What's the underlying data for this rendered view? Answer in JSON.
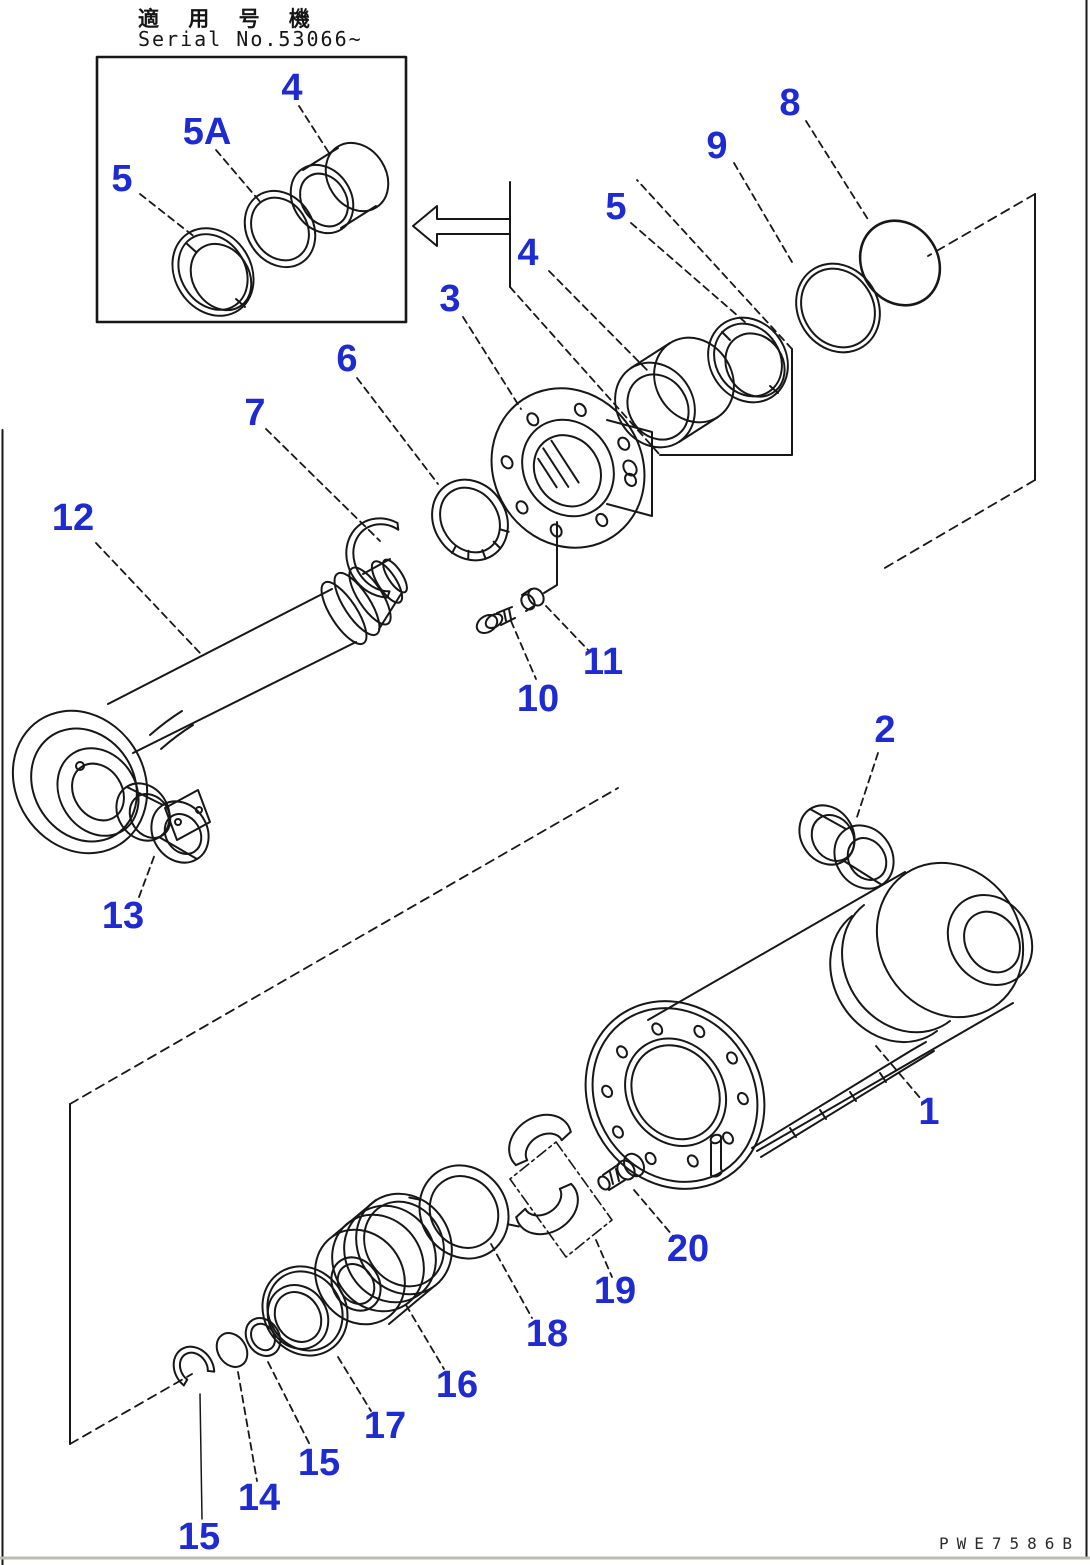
{
  "page": {
    "background": "#ffffff",
    "line_color": "#171717",
    "callout_color": "#1e2ad2",
    "edge_gray": "#b9b9b0"
  },
  "header": {
    "title_jp": "適 用 号 機",
    "serial": "Serial No.53066~"
  },
  "footer": {
    "drawing_code": "PWE7586B"
  },
  "callouts": [
    {
      "ref": "1"
    },
    {
      "ref": "2"
    },
    {
      "ref": "3"
    },
    {
      "ref": "4"
    },
    {
      "ref": "5"
    },
    {
      "ref": "4"
    },
    {
      "ref": "5A"
    },
    {
      "ref": "5"
    },
    {
      "ref": "6"
    },
    {
      "ref": "7"
    },
    {
      "ref": "8"
    },
    {
      "ref": "9"
    },
    {
      "ref": "10"
    },
    {
      "ref": "11"
    },
    {
      "ref": "12"
    },
    {
      "ref": "13"
    },
    {
      "ref": "14"
    },
    {
      "ref": "15"
    },
    {
      "ref": "15"
    },
    {
      "ref": "16"
    },
    {
      "ref": "17"
    },
    {
      "ref": "18"
    },
    {
      "ref": "19"
    },
    {
      "ref": "20"
    }
  ]
}
